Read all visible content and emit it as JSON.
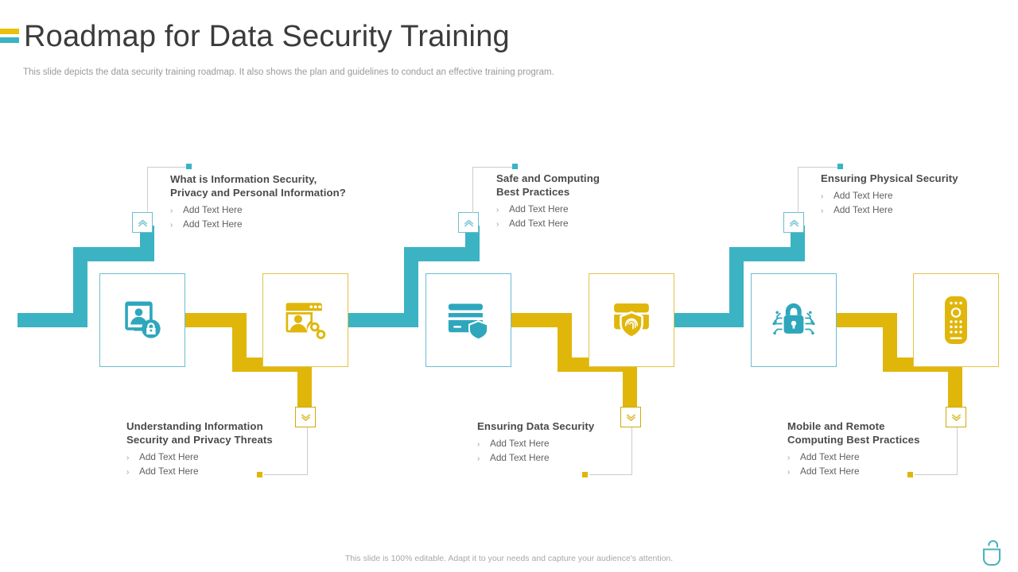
{
  "header": {
    "title": "Roadmap for Data Security Training",
    "subtitle": "This slide depicts the data security training roadmap. It also shows the plan and guidelines to conduct an effective training program.",
    "accent_colors": [
      "#e8c00d",
      "#3bb3c3"
    ]
  },
  "theme": {
    "teal": "#3bb3c3",
    "gold": "#e0b60b",
    "card_teal_border": "#6cbed0",
    "card_gold_border": "#e3c34a",
    "title_color": "#3b3b3b",
    "body_color": "#616161",
    "heading_color": "#4a4a4a"
  },
  "top_blocks": [
    {
      "id": "information-security",
      "title": "What is Information Security,\nPrivacy and Personal Information?",
      "bullets": [
        "Add Text Here",
        "Add Text Here"
      ],
      "marker": "chevron-up",
      "color": "#3bb3c3"
    },
    {
      "id": "safe-computing",
      "title": "Safe and Computing\nBest Practices",
      "bullets": [
        "Add Text Here",
        "Add Text Here"
      ],
      "marker": "chevron-up",
      "color": "#3bb3c3"
    },
    {
      "id": "physical-security",
      "title": "Ensuring Physical Security",
      "bullets": [
        "Add Text Here",
        "Add Text Here"
      ],
      "marker": "chevron-up",
      "color": "#3bb3c3"
    }
  ],
  "bottom_blocks": [
    {
      "id": "privacy-threats",
      "title": "Understanding Information\nSecurity and Privacy Threats",
      "bullets": [
        "Add Text Here",
        "Add Text Here"
      ],
      "marker": "chevron-down",
      "color": "#e0b60b"
    },
    {
      "id": "data-security",
      "title": "Ensuring Data Security",
      "bullets": [
        "Add Text Here",
        "Add Text Here"
      ],
      "marker": "chevron-down",
      "color": "#e0b60b"
    },
    {
      "id": "mobile-remote",
      "title": "Mobile and Remote\nComputing Best Practices",
      "bullets": [
        "Add Text Here",
        "Add Text Here"
      ],
      "marker": "chevron-down",
      "color": "#e0b60b"
    }
  ],
  "cards": [
    {
      "id": "card-1",
      "icon": "tablet-person-lock-icon",
      "color": "teal"
    },
    {
      "id": "card-2",
      "icon": "browser-person-link-icon",
      "color": "gold"
    },
    {
      "id": "card-3",
      "icon": "credit-card-shield-icon",
      "color": "teal"
    },
    {
      "id": "card-4",
      "icon": "shield-fingerprint-icon",
      "color": "gold"
    },
    {
      "id": "card-5",
      "icon": "padlock-circuit-icon",
      "color": "teal"
    },
    {
      "id": "card-6",
      "icon": "remote-keypad-icon",
      "color": "gold"
    }
  ],
  "footer": {
    "note": "This slide is 100% editable. Adapt it to your needs and capture your audience's attention.",
    "logo": "computer-mouse-icon"
  }
}
